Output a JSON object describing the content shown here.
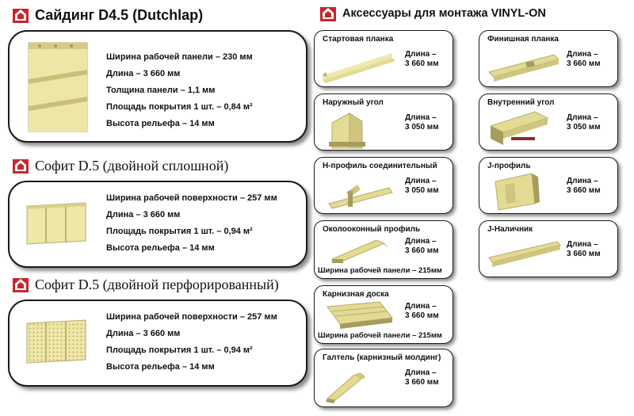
{
  "siding": {
    "title": "Сайдинг D4.5 (Dutchlap)",
    "specs": [
      "Ширина  рабочей панели – 230 мм",
      "Длина – 3 660 мм",
      "Толщина панели – 1,1 мм",
      "Площадь покрытия 1 шт. – 0,84 м²",
      "Высота рельефа – 14 мм"
    ]
  },
  "sofit_solid": {
    "title": "Софит D.5 (двойной сплошной)",
    "specs": [
      "Ширина  рабочей поверхности – 257 мм",
      "Длина – 3 660 мм",
      "Площадь покрытия 1 шт. – 0,94 м²",
      "Высота рельефа – 14 мм"
    ]
  },
  "sofit_perf": {
    "title": "Софит D.5 (двойной перфорированный)",
    "specs": [
      "Ширина  рабочей поверхности – 257 мм",
      "Длина – 3 660 мм",
      "Площадь покрытия 1 шт. – 0,94 м²",
      "Высота рельефа – 14 мм"
    ]
  },
  "accessories": {
    "title": "Аксессуары для монтажа VINYL-ON",
    "items": [
      {
        "name": "Стартовая планка",
        "length_label": "Длина –",
        "length_value": "3 660 мм"
      },
      {
        "name": "Финишная планка",
        "length_label": "Длина –",
        "length_value": "3 660 мм"
      },
      {
        "name": "Наружный угол",
        "length_label": "Длина –",
        "length_value": "3 050 мм"
      },
      {
        "name": "Внутренний угол",
        "length_label": "Длина –",
        "length_value": "3 050 мм"
      },
      {
        "name": "H-профиль соединительный",
        "length_label": "Длина –",
        "length_value": "3 050 мм"
      },
      {
        "name": "J-профиль",
        "length_label": "Длина –",
        "length_value": "3 660 мм"
      },
      {
        "name": "Околооконный профиль",
        "length_label": "Длина –",
        "length_value": "3 660 мм",
        "extra": "Ширина рабочей панели – 215мм"
      },
      {
        "name": "J-Наличник",
        "length_label": "Длина –",
        "length_value": "3 660 мм"
      },
      {
        "name": "Карнизная доска",
        "length_label": "Длина –",
        "length_value": "3 660 мм",
        "extra": "Ширина рабочей панели – 215мм"
      },
      {
        "name": "Галтель (карнизный молдинг)",
        "length_label": "Длина –",
        "length_value": "3 660 мм"
      }
    ]
  },
  "colors": {
    "accent": "#c8262c",
    "product": "#e8e09a",
    "border": "#1a1a1a"
  }
}
